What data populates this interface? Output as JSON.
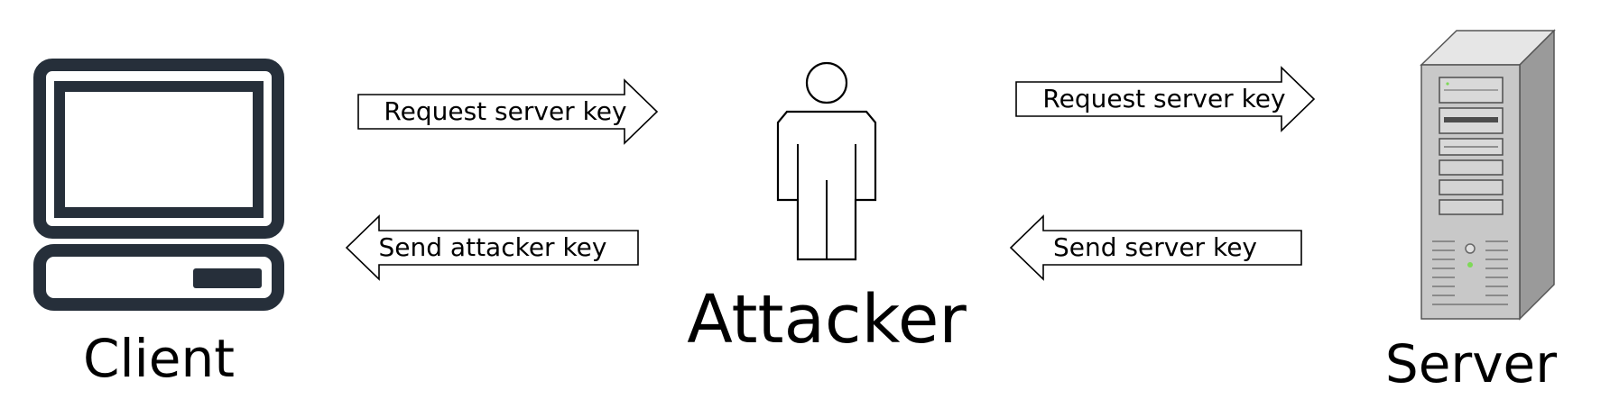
{
  "nodes": {
    "client": {
      "label": "Client"
    },
    "attacker": {
      "label": "Attacker"
    },
    "server": {
      "label": "Server"
    }
  },
  "edges": [
    {
      "from": "Client",
      "to": "Attacker",
      "label": "Request server key",
      "direction": "right"
    },
    {
      "from": "Attacker",
      "to": "Client",
      "label": "Send attacker key",
      "direction": "left"
    },
    {
      "from": "Attacker",
      "to": "Server",
      "label": "Request server key",
      "direction": "right"
    },
    {
      "from": "Server",
      "to": "Attacker",
      "label": "Send server key",
      "direction": "left"
    }
  ],
  "colors": {
    "client_icon": "#262f3a",
    "server_body": "#c8c8c8",
    "server_side": "#9a9a9a",
    "server_led": "#7ed957",
    "outline": "#000000"
  },
  "icons": {
    "client": "computer-icon",
    "attacker": "person-icon",
    "server": "server-tower-icon"
  }
}
